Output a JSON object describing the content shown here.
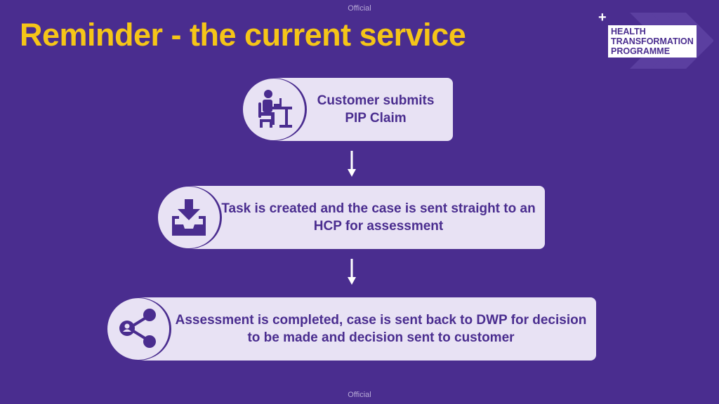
{
  "header": {
    "classification_top": "Official",
    "title": "Reminder - the current service"
  },
  "logo": {
    "line1": "HEALTH",
    "line2": "TRANSFORMATION",
    "line3": "PROGRAMME"
  },
  "flow": {
    "steps": [
      {
        "icon": "person-at-desk-icon",
        "text": "Customer submits PIP Claim"
      },
      {
        "icon": "inbox-download-icon",
        "text": "Task is created and the case is sent straight to an HCP for assessment"
      },
      {
        "icon": "share-network-icon",
        "text": "Assessment is completed, case is sent back to DWP for decision to be made and decision sent to customer"
      }
    ]
  },
  "footer": {
    "classification_bottom": "Official"
  },
  "colors": {
    "background": "#4a2d8f",
    "title": "#f5c518",
    "box": "#e8e2f4",
    "text": "#4a2d8f"
  }
}
